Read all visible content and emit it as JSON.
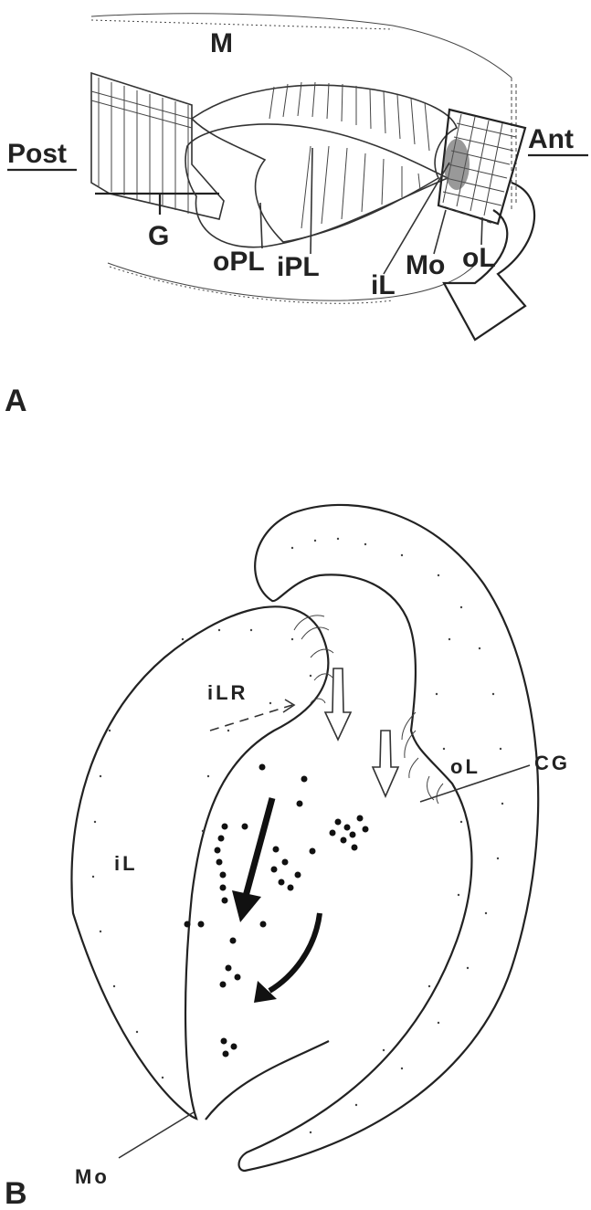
{
  "panel_a": {
    "letter": "A",
    "labels": {
      "M": "M",
      "post": "Post",
      "ant": "Ant",
      "G": "G",
      "oPL": "oPL",
      "iPL": "iPL",
      "iL": "iL",
      "Mo": "Mo",
      "oL": "oL"
    }
  },
  "panel_b": {
    "letter": "B",
    "labels": {
      "iLR": "iLR",
      "oL": "oL",
      "iL": "iL",
      "CG": "CG",
      "Mo": "Mo"
    }
  }
}
